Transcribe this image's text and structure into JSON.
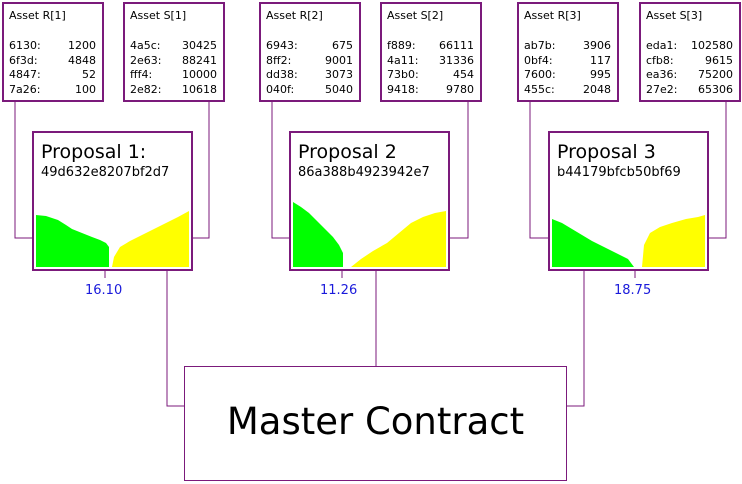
{
  "colors": {
    "border": "#7b1a7b",
    "price": "#1a1adb",
    "curve_left": "#00ff00",
    "curve_right": "#ffff00"
  },
  "assets": [
    {
      "title": "Asset R[1]",
      "rows": [
        [
          "6130:",
          "1200"
        ],
        [
          "6f3d:",
          "4848"
        ],
        [
          "4847:",
          "52"
        ],
        [
          "7a26:",
          "100"
        ]
      ]
    },
    {
      "title": "Asset S[1]",
      "rows": [
        [
          "4a5c:",
          "30425"
        ],
        [
          "2e63:",
          "88241"
        ],
        [
          "fff4:",
          "10000"
        ],
        [
          "2e82:",
          "10618"
        ]
      ]
    },
    {
      "title": "Asset R[2]",
      "rows": [
        [
          "6943:",
          "675"
        ],
        [
          "8ff2:",
          "9001"
        ],
        [
          "dd38:",
          "3073"
        ],
        [
          "040f:",
          "5040"
        ]
      ]
    },
    {
      "title": "Asset S[2]",
      "rows": [
        [
          "f889:",
          "66111"
        ],
        [
          "4a11:",
          "31336"
        ],
        [
          "73b0:",
          "454"
        ],
        [
          "9418:",
          "9780"
        ]
      ]
    },
    {
      "title": "Asset R[3]",
      "rows": [
        [
          "ab7b:",
          "3906"
        ],
        [
          "0bf4:",
          "117"
        ],
        [
          "7600:",
          "995"
        ],
        [
          "455c:",
          "2048"
        ]
      ]
    },
    {
      "title": "Asset S[3]",
      "rows": [
        [
          "eda1:",
          "102580"
        ],
        [
          "cfb8:",
          "9615"
        ],
        [
          "ea36:",
          "75200"
        ],
        [
          "27e2:",
          "65306"
        ]
      ]
    }
  ],
  "proposals": [
    {
      "title": "Proposal 1:",
      "hash": "49d632e8207bf2d7",
      "price": "16.10"
    },
    {
      "title": "Proposal 2",
      "hash": "86a388b4923942e7",
      "price": "11.26"
    },
    {
      "title": "Proposal 3",
      "hash": "b44179bfcb50bf69",
      "price": "18.75"
    }
  ],
  "master": {
    "label": "Master Contract"
  }
}
